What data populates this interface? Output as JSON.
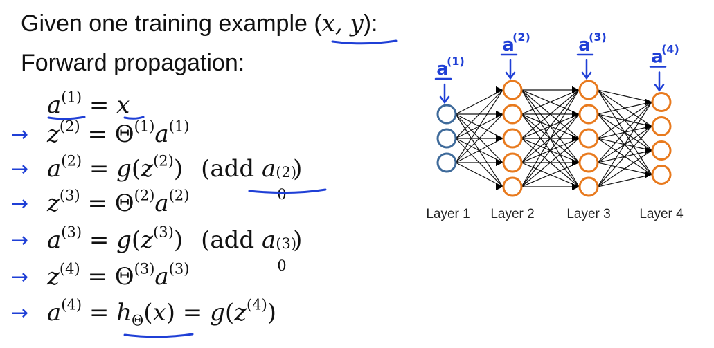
{
  "heading": {
    "line1_text": "Given one training example (",
    "line1_math": "x, y",
    "line1_end": "):",
    "line2_text": "Forward propagation:"
  },
  "equations": [
    {
      "lhs": "a",
      "lhs_sup": "(1)",
      "rhs_html": "= <i>x</i>"
    },
    {
      "lhs": "z",
      "lhs_sup": "(2)",
      "rhs_html": "= Θ<sup>(1)</sup><i>a</i><sup>(1)</sup>"
    },
    {
      "lhs": "a",
      "lhs_sup": "(2)",
      "rhs_html": "= <i>g</i>(<i>z</i><sup>(2)</sup>)"
    },
    {
      "lhs": "z",
      "lhs_sup": "(3)",
      "rhs_html": "= Θ<sup>(2)</sup><i>a</i><sup>(2)</sup>"
    },
    {
      "lhs": "a",
      "lhs_sup": "(3)",
      "rhs_html": "= <i>g</i>(<i>z</i><sup>(3)</sup>)"
    },
    {
      "lhs": "z",
      "lhs_sup": "(4)",
      "rhs_html": "= Θ<sup>(3)</sup><i>a</i><sup>(3)</sup>"
    },
    {
      "lhs": "a",
      "lhs_sup": "(4)",
      "rhs_html": "= <i>h</i><sub>Θ</sub>(<i>x</i>) = <i>g</i>(<i>z</i><sup>(4)</sup>)"
    }
  ],
  "notes": {
    "add_word": "add",
    "add_a2_sup": "(2)",
    "add_a2_sub": "0",
    "add_a3_sup": "(3)",
    "add_a3_sub": "0"
  },
  "network": {
    "layers": [
      {
        "label": "Layer 1",
        "units": 3,
        "color": "#3e6a9a",
        "annotation": "a",
        "annotation_sup": "(1)"
      },
      {
        "label": "Layer 2",
        "units": 5,
        "color": "#e87a1e",
        "annotation": "a",
        "annotation_sup": "(2)"
      },
      {
        "label": "Layer 3",
        "units": 5,
        "color": "#e87a1e",
        "annotation": "a",
        "annotation_sup": "(3)"
      },
      {
        "label": "Layer 4",
        "units": 4,
        "color": "#e87a1e",
        "annotation": "a",
        "annotation_sup": "(4)"
      }
    ],
    "edge_color": "#111111"
  },
  "colors": {
    "ink_blue": "#1f3fd6",
    "text": "#111111"
  },
  "icons": {
    "bullet": "blue-hand-drawn-arrow-icon"
  }
}
